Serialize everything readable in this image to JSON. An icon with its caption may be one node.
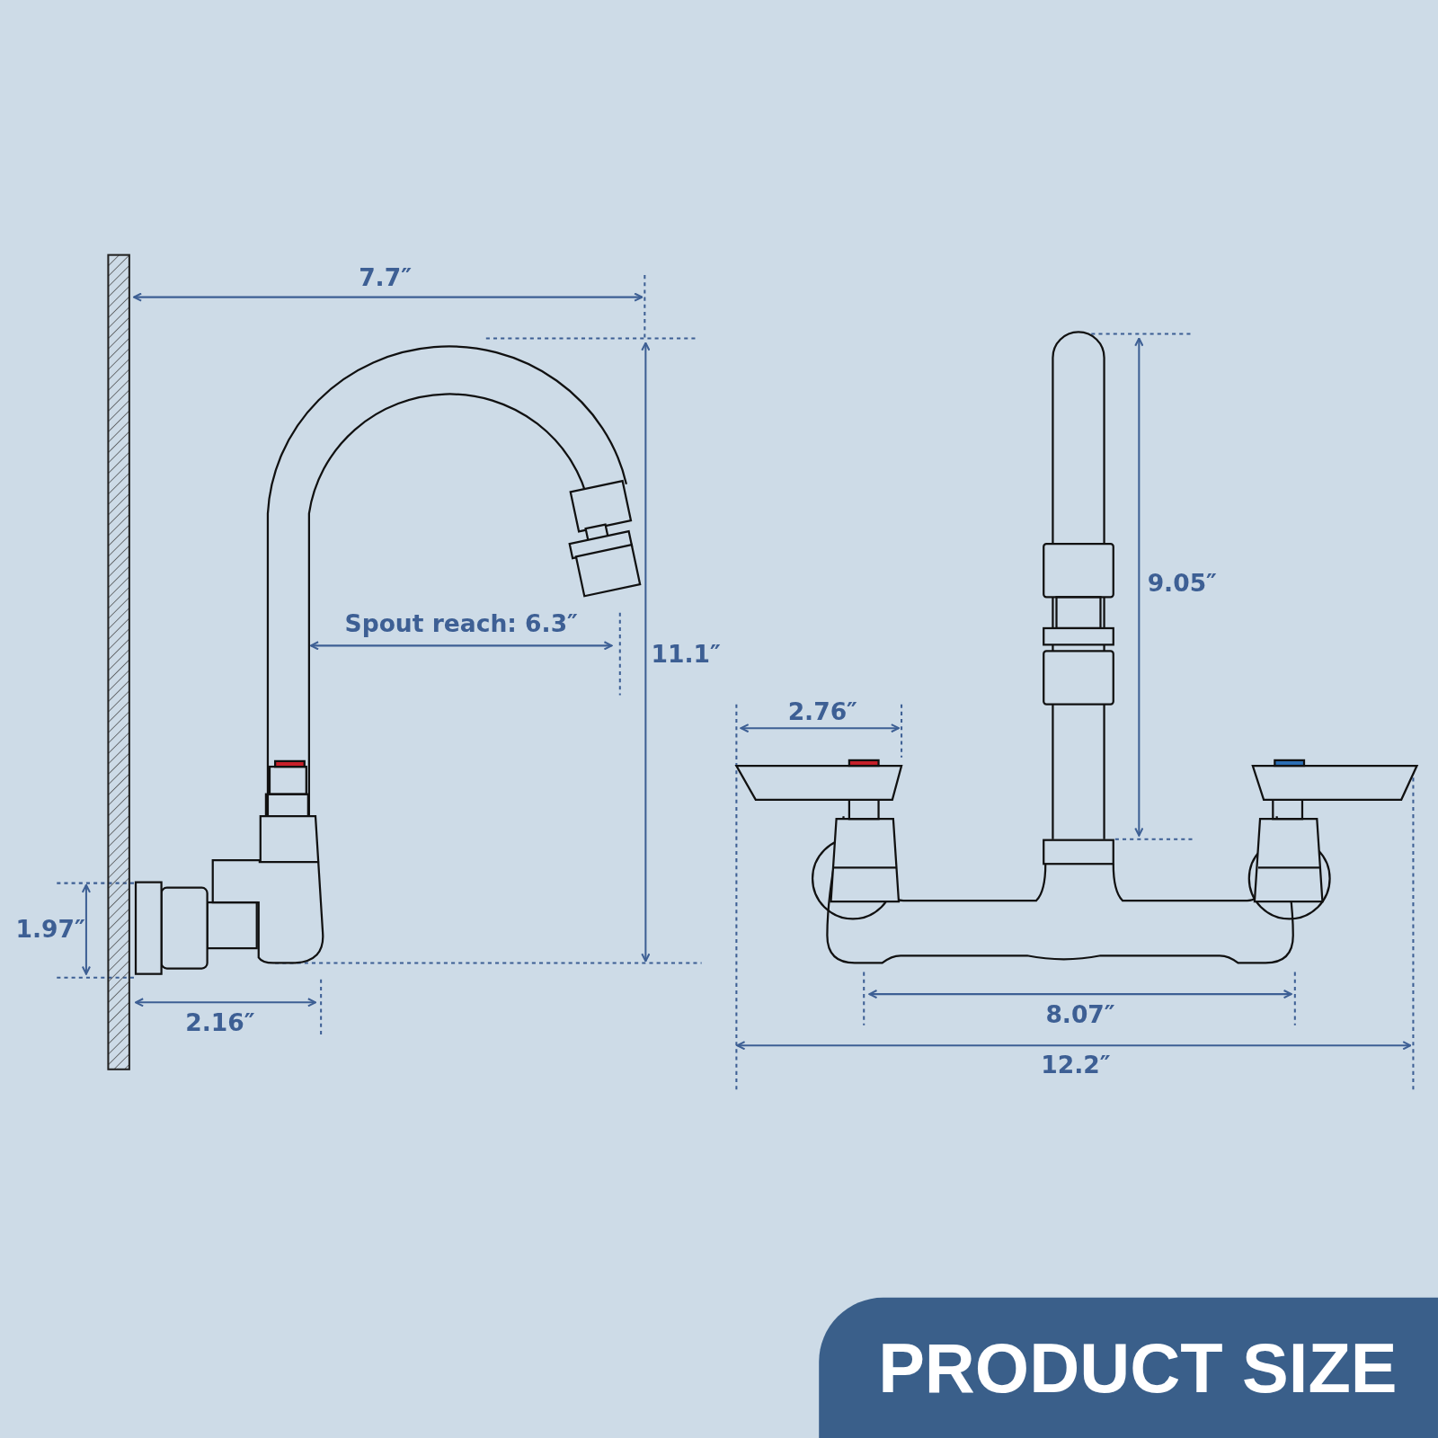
{
  "diagram": {
    "title": "PRODUCT SIZE",
    "labels": [
      "7.7″",
      "Spout reach: 6.3″",
      "9.05″",
      "11.1″",
      "2.76″",
      "1.97″",
      "2.16″",
      "8.07″",
      "12.2″"
    ]
  }
}
